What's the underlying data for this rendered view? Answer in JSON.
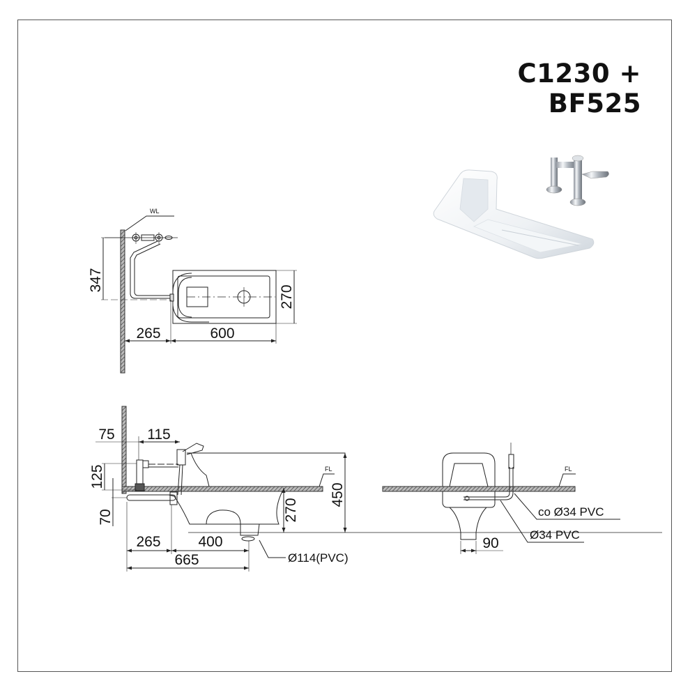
{
  "title": "C1230 + BF525",
  "product_image": {
    "alt": "Squat toilet pan with flush valve",
    "items": [
      "squat-pan-ceramic",
      "flush-valve-chrome"
    ]
  },
  "plan_view": {
    "wall_label": "WL",
    "dimensions": {
      "height_to_valve": "347",
      "pan_width": "270",
      "wall_to_pan": "265",
      "pan_length": "600"
    }
  },
  "side_view": {
    "floor_label": "FL",
    "dimensions": {
      "wall_offset": "75",
      "valve_spacing": "115",
      "valve_height": "125",
      "pipe_depth": "70",
      "pan_depth": "270",
      "total_height": "450",
      "wall_to_pan": "265",
      "drain_offset": "400",
      "wall_to_drain": "665"
    },
    "drain_label": "Ø114(PVC)"
  },
  "front_view": {
    "floor_label": "FL",
    "dimensions": {
      "outlet_width": "90"
    },
    "pipe_labels": {
      "elbow": "co Ø34 PVC",
      "pipe": "Ø34 PVC"
    }
  },
  "colors": {
    "line": "#222222",
    "frame": "#555555",
    "hatch": "#666666"
  }
}
